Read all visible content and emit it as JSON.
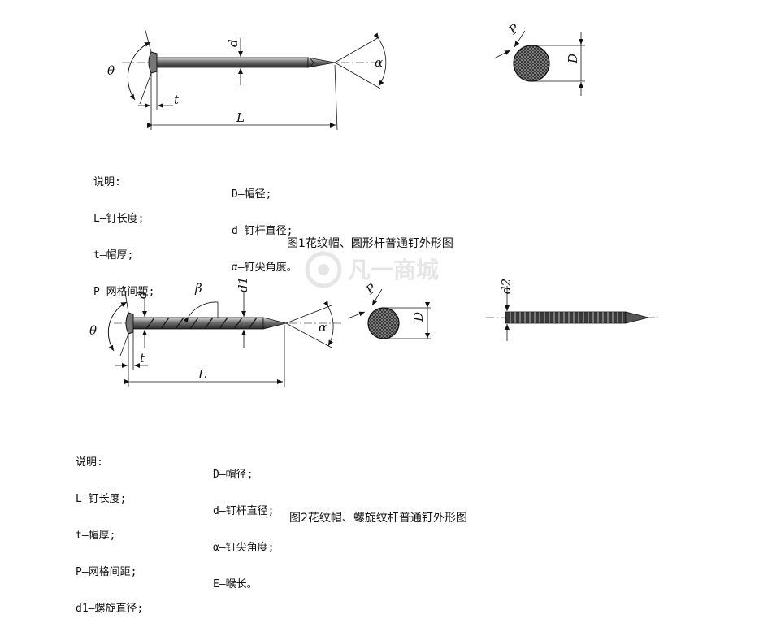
{
  "figure1": {
    "labels": {
      "theta": "θ",
      "d": "d",
      "alpha": "α",
      "t": "t",
      "L": "L",
      "P": "P",
      "D": "D"
    },
    "legend_title": "说明:",
    "legend_left": [
      "L—钉长度;",
      "t—帽厚;",
      "P—网格间距;"
    ],
    "legend_right": [
      "D—帽径;",
      "d—钉杆直径;",
      "α—钉尖角度。"
    ],
    "caption": "图1花纹帽、圆形杆普通钉外形图"
  },
  "figure2": {
    "labels": {
      "theta": "θ",
      "d": "d",
      "beta": "β",
      "d1": "d1",
      "alpha": "α",
      "t": "t",
      "L": "L",
      "P": "P",
      "D": "D",
      "d2": "d2"
    },
    "legend_title": "说明:",
    "legend_left": [
      "L—钉长度;",
      "t—帽厚;",
      "P—网格间距;",
      "d1—螺旋直径;"
    ],
    "legend_right": [
      "D—帽径;",
      "d—钉杆直径;",
      "α—钉尖角度;",
      "E—喉长。"
    ],
    "caption": "图2花纹帽、螺旋纹杆普通钉外形图"
  },
  "watermark": {
    "text": "凡一商城"
  }
}
